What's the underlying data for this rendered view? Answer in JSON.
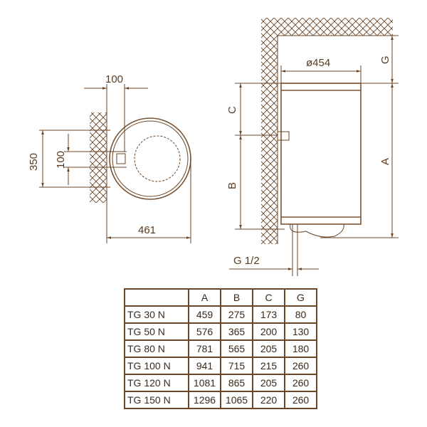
{
  "top_view": {
    "dim_offset": "100",
    "dim_height": "350",
    "dim_spacing": "100",
    "dim_depth": "461"
  },
  "side_view": {
    "dim_diameter": "ø454",
    "label_g": "G",
    "label_c": "C",
    "label_b": "B",
    "label_a": "A",
    "pipe_thread": "G 1/2"
  },
  "colors": {
    "line": "#6b4524",
    "text": "#5a3a1e"
  },
  "table": {
    "headers": [
      "",
      "A",
      "B",
      "C",
      "G"
    ],
    "rows": [
      [
        "TG 30 N",
        "459",
        "275",
        "173",
        "80"
      ],
      [
        "TG 50 N",
        "576",
        "365",
        "200",
        "130"
      ],
      [
        "TG 80 N",
        "781",
        "565",
        "205",
        "180"
      ],
      [
        "TG 100 N",
        "941",
        "715",
        "215",
        "260"
      ],
      [
        "TG 120 N",
        "1081",
        "865",
        "205",
        "260"
      ],
      [
        "TG 150 N",
        "1296",
        "1065",
        "220",
        "260"
      ]
    ]
  }
}
